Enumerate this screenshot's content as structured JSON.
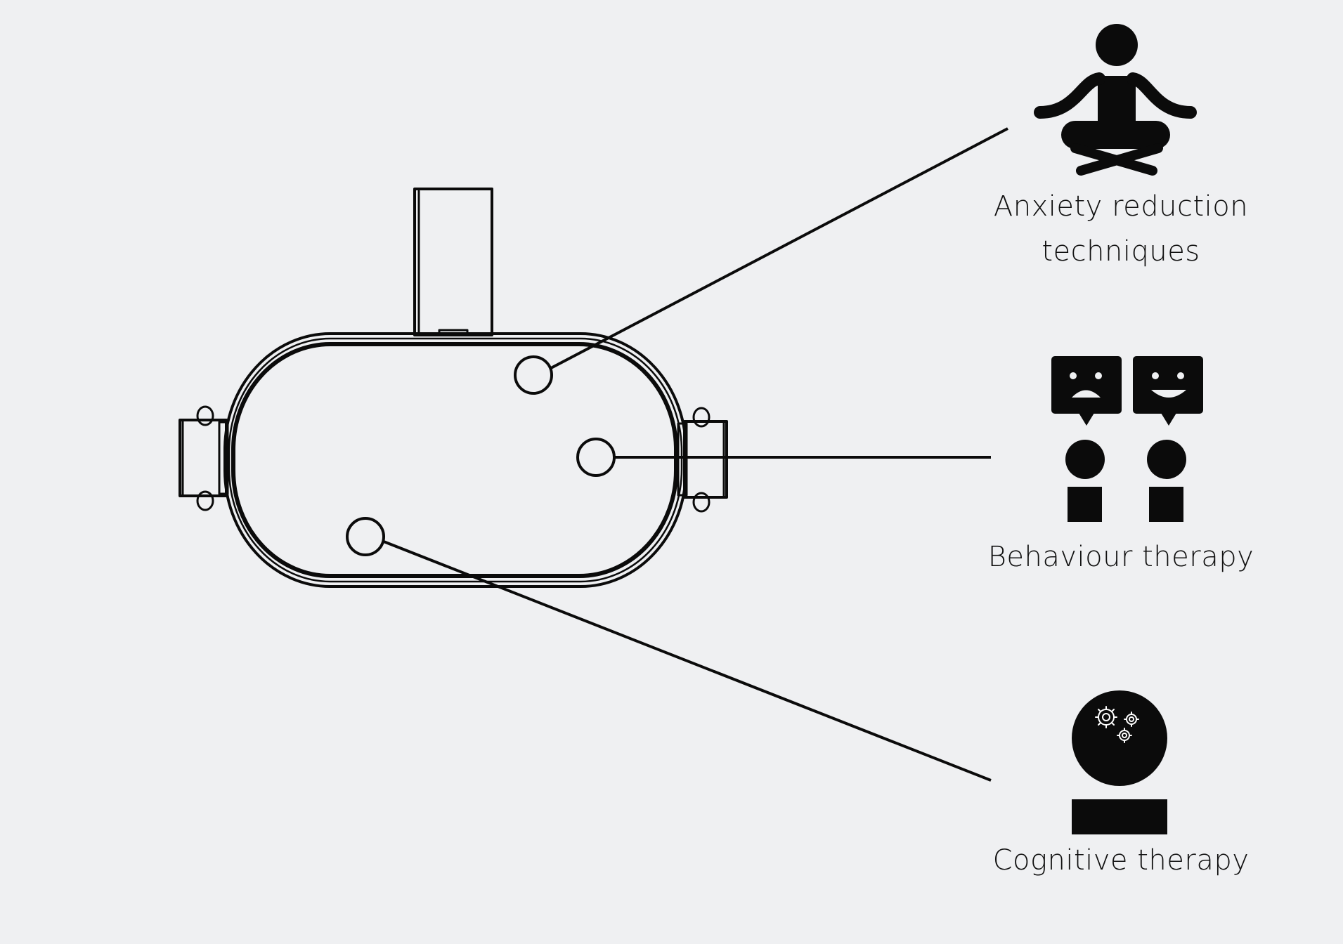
{
  "colors": {
    "background": "#eff0f2",
    "ink": "#0b0b0b"
  },
  "labels": {
    "anxiety_line1": "Anxiety reduction",
    "anxiety_line2": "techniques",
    "behaviour": "Behaviour therapy",
    "cognitive": "Cognitive therapy"
  },
  "icons": {
    "anxiety": "meditation-icon",
    "behaviour": "conversation-people-icon",
    "cognitive": "thinking-gears-icon"
  }
}
